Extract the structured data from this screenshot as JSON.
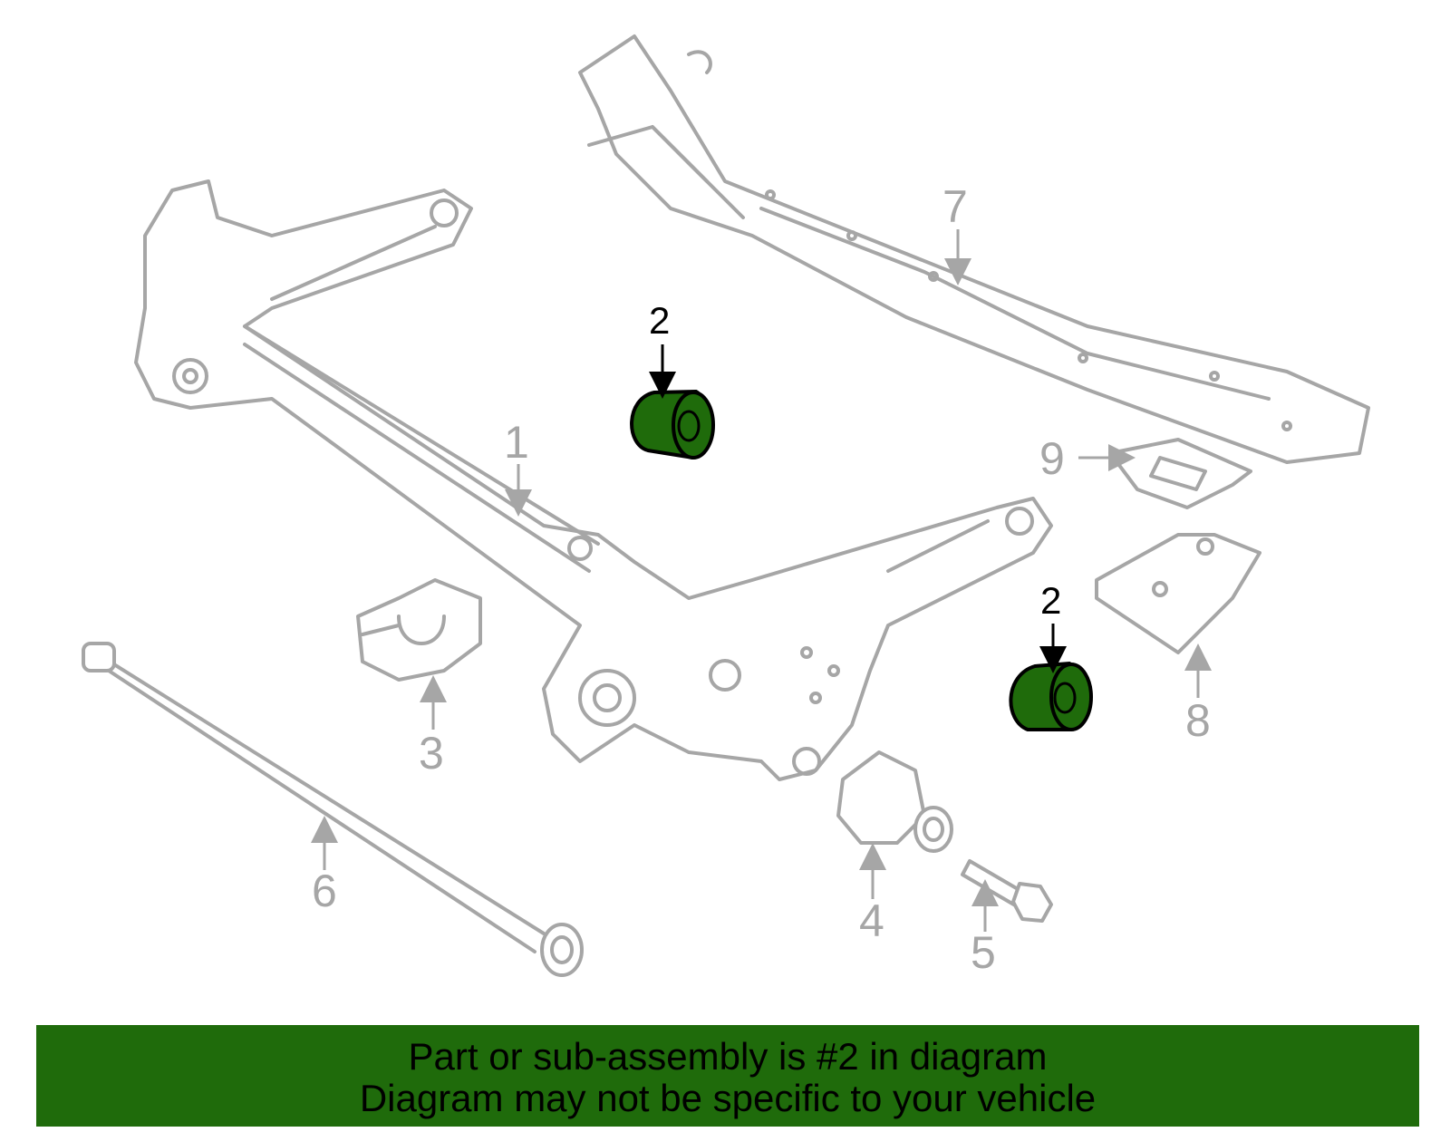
{
  "callouts": {
    "c1": "1",
    "c2a": "2",
    "c2b": "2",
    "c3": "3",
    "c4": "4",
    "c5": "5",
    "c6": "6",
    "c7": "7",
    "c8": "8",
    "c9": "9"
  },
  "banner": {
    "line1": "Part or sub-assembly is #2 in diagram",
    "line2": "Diagram may not be specific to your vehicle"
  },
  "colors": {
    "highlight": "#1f6b0b",
    "outline": "#a6a6a6"
  }
}
